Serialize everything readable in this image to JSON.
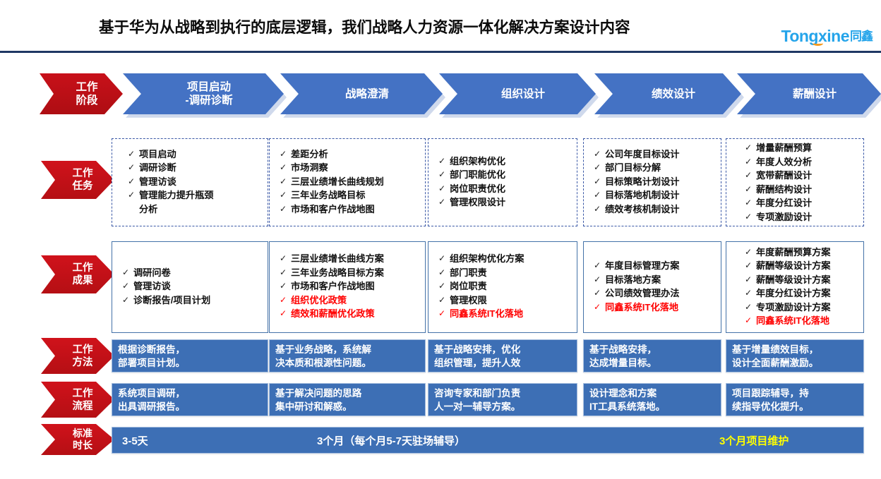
{
  "header": {
    "title": "基于华为从战略到执行的底层逻辑，我们战略人力资源一体化解决方案设计内容",
    "logo_word": "Tongxine",
    "logo_cn": "同鑫",
    "brand_blue": "#24A4EA",
    "brand_orange": "#F59A1E",
    "rule_color": "#1F3864"
  },
  "stage_row": {
    "label": "工作\n阶段",
    "label_color": "#C8101A",
    "stages": [
      {
        "label": "项目启动\n-调研诊断"
      },
      {
        "label": "战略澄清"
      },
      {
        "label": "组织设计"
      },
      {
        "label": "绩效设计"
      },
      {
        "label": "薪酬设计"
      }
    ],
    "stage_color": "#4472C4"
  },
  "rows": [
    {
      "label": "工作\n任务",
      "style": "dashed",
      "cells": [
        {
          "items": [
            {
              "text": "项目启动",
              "red": false
            },
            {
              "text": "调研诊断",
              "red": false
            },
            {
              "text": "管理访谈",
              "red": false
            },
            {
              "text": "管理能力提升瓶颈",
              "red": false
            },
            {
              "text": "分析",
              "red": false,
              "nocheck": true
            }
          ]
        },
        {
          "items": [
            {
              "text": "差距分析",
              "red": false
            },
            {
              "text": "市场洞察",
              "red": false
            },
            {
              "text": "三层业绩增长曲线规划",
              "red": false
            },
            {
              "text": "三年业务战略目标",
              "red": false
            },
            {
              "text": "市场和客户作战地图",
              "red": false
            }
          ]
        },
        {
          "items": [
            {
              "text": "组织架构优化",
              "red": false
            },
            {
              "text": "部门职能优化",
              "red": false
            },
            {
              "text": "岗位职责优化",
              "red": false
            },
            {
              "text": "管理权限设计",
              "red": false
            }
          ]
        },
        {
          "items": [
            {
              "text": "公司年度目标设计",
              "red": false
            },
            {
              "text": "部门目标分解",
              "red": false
            },
            {
              "text": "目标策略计划设计",
              "red": false
            },
            {
              "text": "目标落地机制设计",
              "red": false
            },
            {
              "text": "绩效考核机制设计",
              "red": false
            }
          ]
        },
        {
          "items": [
            {
              "text": "增量薪酬预算",
              "red": false
            },
            {
              "text": "年度人效分析",
              "red": false
            },
            {
              "text": "宽带薪酬设计",
              "red": false
            },
            {
              "text": "薪酬结构设计",
              "red": false
            },
            {
              "text": "年度分红设计",
              "red": false
            },
            {
              "text": "专项激励设计",
              "red": false
            }
          ]
        }
      ]
    },
    {
      "label": "工作\n成果",
      "style": "solid",
      "cells": [
        {
          "items": [
            {
              "text": "调研问卷",
              "red": false
            },
            {
              "text": "管理访谈",
              "red": false
            },
            {
              "text": "诊断报告/项目计划",
              "red": false
            }
          ]
        },
        {
          "items": [
            {
              "text": "三层业绩增长曲线方案",
              "red": false
            },
            {
              "text": "三年业务战略目标方案",
              "red": false
            },
            {
              "text": "市场和客户作战地图",
              "red": false
            },
            {
              "text": "组织优化政策",
              "red": true
            },
            {
              "text": "绩效和薪酬优化政策",
              "red": true
            }
          ]
        },
        {
          "items": [
            {
              "text": "组织架构优化方案",
              "red": false
            },
            {
              "text": "部门职责",
              "red": false
            },
            {
              "text": "岗位职责",
              "red": false
            },
            {
              "text": "管理权限",
              "red": false
            },
            {
              "text": "同鑫系统IT化落地",
              "red": true
            }
          ]
        },
        {
          "items": [
            {
              "text": "年度目标管理方案",
              "red": false
            },
            {
              "text": "目标落地方案",
              "red": false
            },
            {
              "text": "公司绩效管理办法",
              "red": false
            },
            {
              "text": "同鑫系统IT化落地",
              "red": true
            }
          ]
        },
        {
          "items": [
            {
              "text": "年度薪酬预算方案",
              "red": false
            },
            {
              "text": "薪酬等级设计方案",
              "red": false
            },
            {
              "text": "薪酬等级设计方案",
              "red": false
            },
            {
              "text": "年度分红设计方案",
              "red": false
            },
            {
              "text": "专项激励设计方案",
              "red": false
            },
            {
              "text": "同鑫系统IT化落地",
              "red": true
            }
          ]
        }
      ]
    }
  ],
  "method_row": {
    "label": "工作\n方法",
    "cells": [
      "根据诊断报告，\n部署项目计划。",
      "基于业务战略，系统解\n决本质和根源性问题。",
      "基于战略安排，优化\n组织管理，提升人效",
      "基于战略安排，\n达成增量目标。",
      "基于增量绩效目标，\n设计全面薪酬激励。"
    ]
  },
  "process_row": {
    "label": "工作\n流程",
    "cells": [
      "系统项目调研，\n出具调研报告。",
      "基于解决问题的思路\n集中研讨和解惑。",
      "咨询专家和部门负责\n人一对一辅导方案。",
      "设计理念和方案\nIT工具系统落地。",
      "项目跟踪辅导，持\n续指导优化提升。"
    ]
  },
  "duration_row": {
    "label": "标准\n时长",
    "items": [
      {
        "text": "3-5天",
        "highlight": false
      },
      {
        "text": "3个月（每个月5-7天驻场辅导）",
        "highlight": false
      },
      {
        "text": "3个月项目维护",
        "highlight": true
      }
    ],
    "highlight_color": "#FFFF00",
    "bar_color": "#3D6FB5"
  },
  "icons": {
    "check": "check-icon"
  }
}
